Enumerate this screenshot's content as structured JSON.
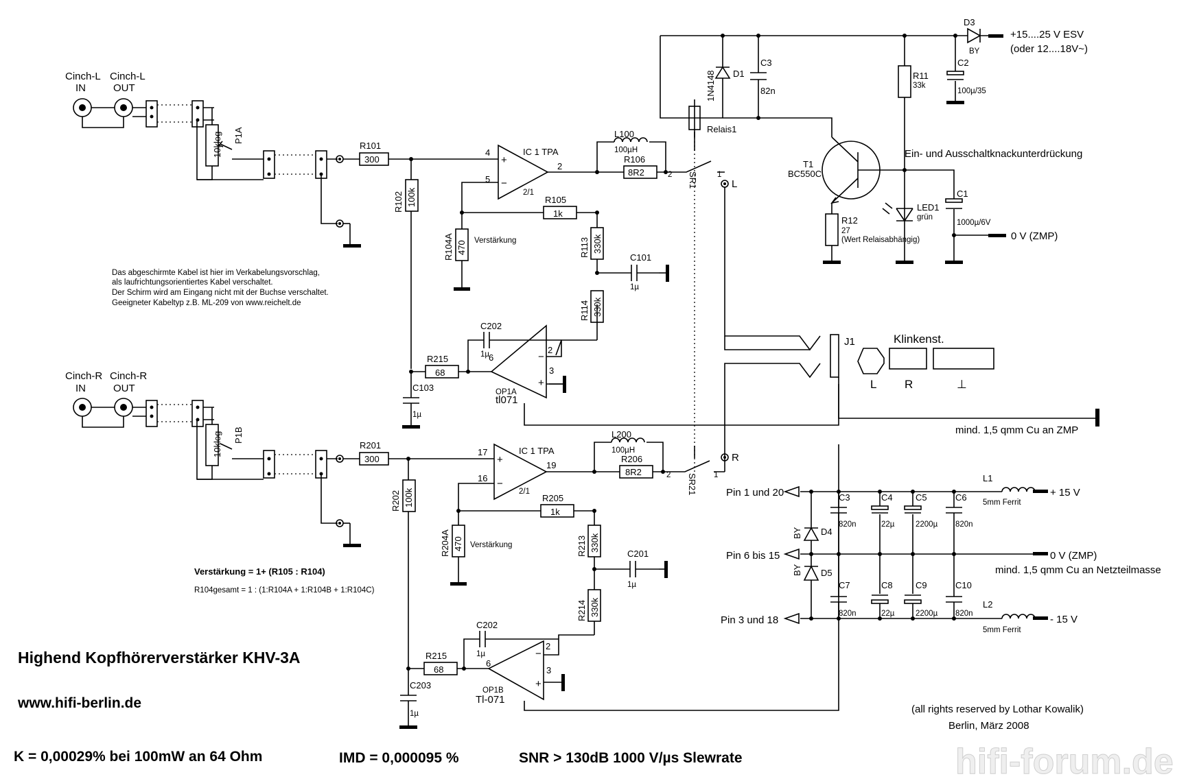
{
  "title": "Highend Kopfhörerverstärker KHV-3A",
  "website": "www.hifi-berlin.de",
  "specs": {
    "thd": "K = 0,00029% bei 100mW an 64 Ohm",
    "imd": "IMD = 0,000095 %",
    "snr": "SNR > 130dB  1000 V/µs Slewrate"
  },
  "copyright": "(all rights reserved by Lothar Kowalik)",
  "date": "Berlin, März 2008",
  "watermark": "hifi-forum.de",
  "note_lines": [
    "Das abgeschirmte Kabel ist hier im Verkabelungsvorschlag,",
    "als laufrichtungsorientiertes Kabel verschaltet.",
    "Der Schirm wird am Eingang nicht mit der Buchse verschaltet.",
    "Geeigneter Kabeltyp z.B. ML-209 von www.reichelt.de"
  ],
  "gain_formula": "Verstärkung = 1+ (R105 : R104)",
  "r104_formula": "R104gesamt = 1 : (1:R104A + 1:R104B + 1:R104C)",
  "left": {
    "in_label": "Cinch-L",
    "in_sub": "IN",
    "out_label": "Cinch-L",
    "out_sub": "OUT",
    "pot_name": "P1A",
    "pot_value": "10klog",
    "r_in_name": "R101",
    "r_in_value": "300",
    "r_bias_name": "R102",
    "r_bias_value": "100k",
    "ic_name": "IC 1 TPA",
    "pin_plus": "4",
    "pin_minus": "5",
    "pin_out": "2",
    "ic_sub": "2/1",
    "r_fb_name": "R105",
    "r_fb_value": "1k",
    "r_gain_name": "R104A",
    "r_gain_value": "470",
    "gain_label": "Verstärkung",
    "ind_name": "L100",
    "ind_value": "100µH",
    "r_out_name": "R106",
    "r_out_value": "8R2",
    "r_a_name": "R113",
    "r_a_value": "330k",
    "r_b_name": "R114",
    "r_b_value": "330k",
    "c_mid_name": "C101",
    "c_mid_value": "1µ",
    "c_int_name": "C202",
    "c_int_value": "1µ",
    "r_dc_name": "R215",
    "r_dc_value": "68",
    "c_dc_name": "C103",
    "c_dc_value": "1µ",
    "op_name": "OP1A",
    "op_type": "tl071",
    "op_pin6": "6",
    "op_pin2": "2",
    "op_pin3": "3",
    "relay_contact": "SR1",
    "out_label_r": "L"
  },
  "right": {
    "in_label": "Cinch-R",
    "in_sub": "IN",
    "out_label": "Cinch-R",
    "out_sub": "OUT",
    "pot_name": "P1B",
    "pot_value": "10klog",
    "r_in_name": "R201",
    "r_in_value": "300",
    "r_bias_name": "R202",
    "r_bias_value": "100k",
    "ic_name": "IC 1 TPA",
    "pin_plus": "17",
    "pin_minus": "16",
    "pin_out": "19",
    "ic_sub": "2/1",
    "r_fb_name": "R205",
    "r_fb_value": "1k",
    "r_gain_name": "R204A",
    "r_gain_value": "470",
    "gain_label": "Verstärkung",
    "ind_name": "L200",
    "ind_value": "100µH",
    "r_out_name": "R206",
    "r_out_value": "8R2",
    "r_a_name": "R213",
    "r_a_value": "330k",
    "r_b_name": "R214",
    "r_b_value": "330k",
    "c_mid_name": "C201",
    "c_mid_value": "1µ",
    "c_int_name": "C202",
    "c_int_value": "1µ",
    "r_dc_name": "R215",
    "r_dc_value": "68",
    "c_dc_name": "C203",
    "c_dc_value": "1µ",
    "op_name": "OP1B",
    "op_type": "Tl-071",
    "op_pin6": "6",
    "op_pin2": "2",
    "op_pin3": "3",
    "relay_contact": "SR21",
    "out_label_r": "R"
  },
  "relay": {
    "d1_name": "D1",
    "d1_value": "1N4148",
    "c3_name": "C3",
    "c3_value": "82n",
    "relay_name": "Relais1",
    "d3_name": "D3",
    "d3_value": "BY",
    "supply": "+15....25  V ESV",
    "supply_alt": "(oder 12....18V~)",
    "c2_name": "C2",
    "c2_value": "100µ/35",
    "r11_name": "R11",
    "r11_value": "33k",
    "t1_name": "T1",
    "t1_value": "BC550C",
    "pop_label": "Ein- und Ausschaltknackunterdrückung",
    "c1_name": "C1",
    "c1_value": "1000µ/6V",
    "led_name": "LED1",
    "led_value": "grün",
    "r12_name": "R12",
    "r12_value": "27",
    "r12_note": "(Wert Relaisabhängig)",
    "gnd_label": "0 V (ZMP)"
  },
  "jack": {
    "name": "J1",
    "label": "Klinkenst.",
    "seg_l": "L",
    "seg_r": "R",
    "seg_gnd": "⊥",
    "gnd_note": "mind. 1,5 qmm Cu an ZMP"
  },
  "supply": {
    "pin1": "Pin 1 und 20",
    "pin6": "Pin 6 bis 15",
    "pin3": "Pin 3 und 18",
    "c3_name": "C3",
    "c3_value": "820n",
    "c4_name": "C4",
    "c4_value": "22µ",
    "c5_name": "C5",
    "c5_value": "2200µ",
    "c6_name": "C6",
    "c6_value": "820n",
    "c7_name": "C7",
    "c7_value": "820n",
    "c8_name": "C8",
    "c8_value": "22µ",
    "c9_name": "C9",
    "c9_value": "2200µ",
    "c10_name": "C10",
    "c10_value": "820n",
    "d4_name": "D4",
    "d4_value": "BY",
    "d5_name": "D5",
    "d5_value": "BY",
    "l1_name": "L1",
    "l1_value": "5mm Ferrit",
    "l2_name": "L2",
    "l2_value": "5mm Ferrit",
    "plus": "+ 15 V",
    "zero": "0 V (ZMP)",
    "minus": "- 15 V",
    "mass_note": "mind. 1,5 qmm Cu an Netzteilmasse"
  }
}
